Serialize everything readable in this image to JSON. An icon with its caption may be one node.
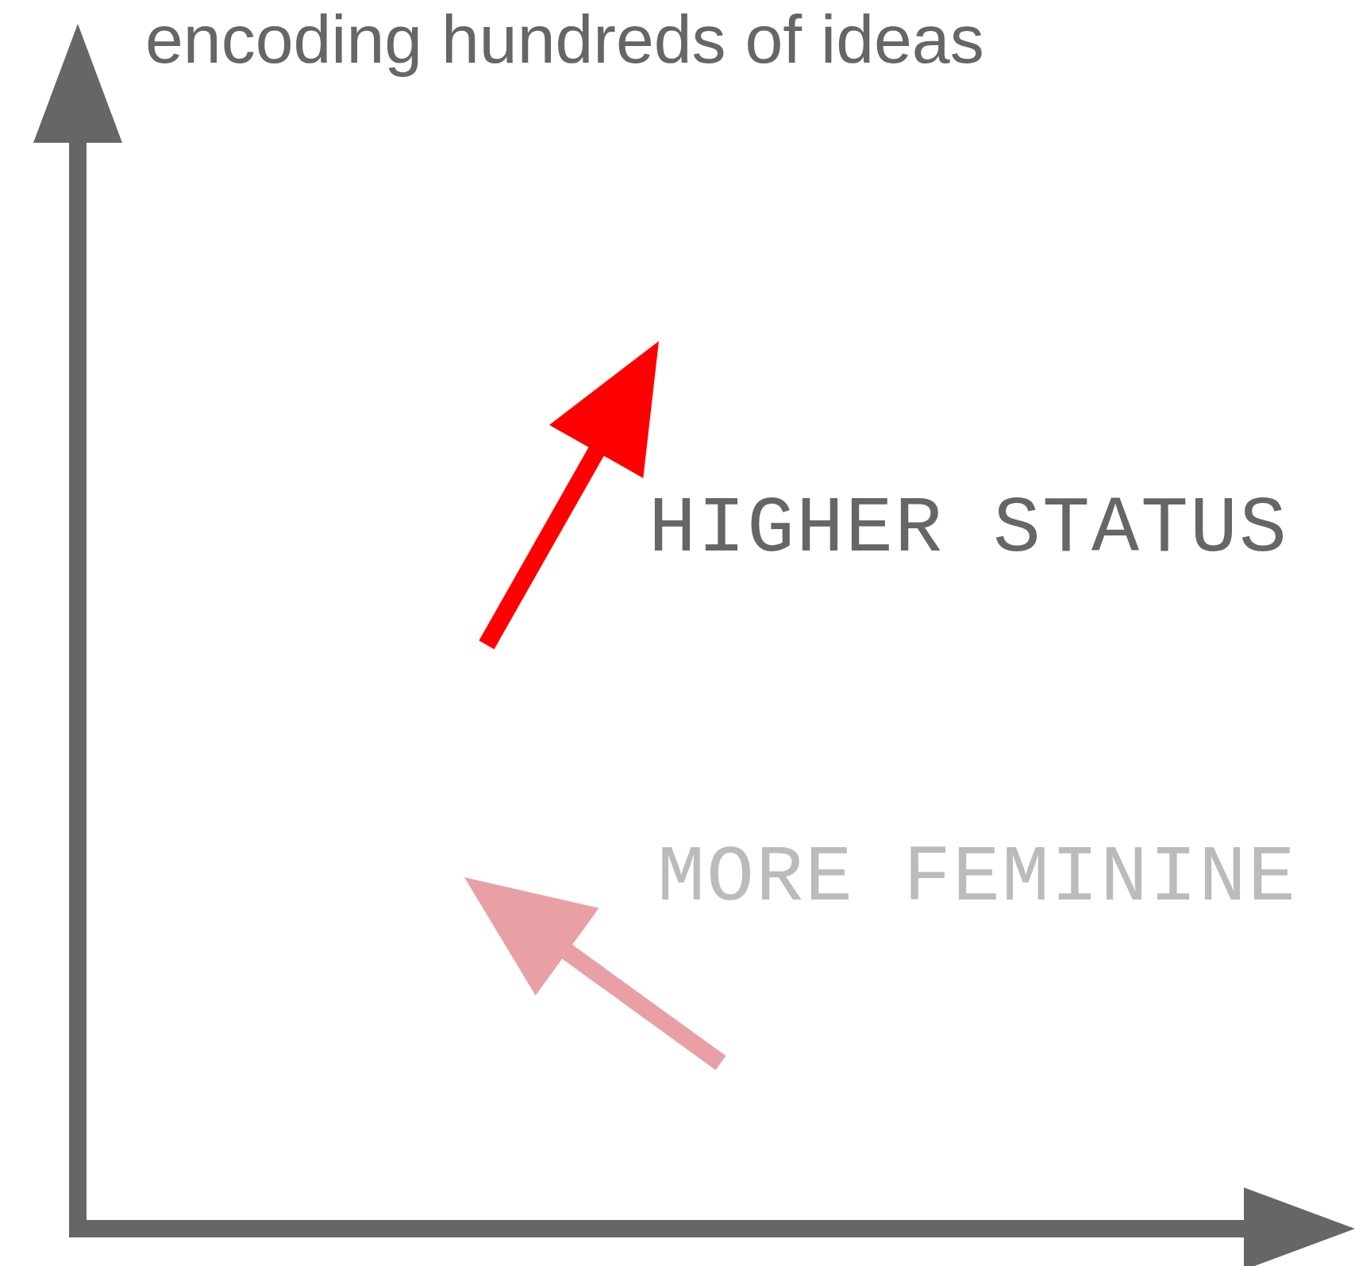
{
  "diagram": {
    "labels": [
      "encoding hundreds of ideas",
      "HIGHER STATUS",
      "MORE FEMININE"
    ]
  }
}
